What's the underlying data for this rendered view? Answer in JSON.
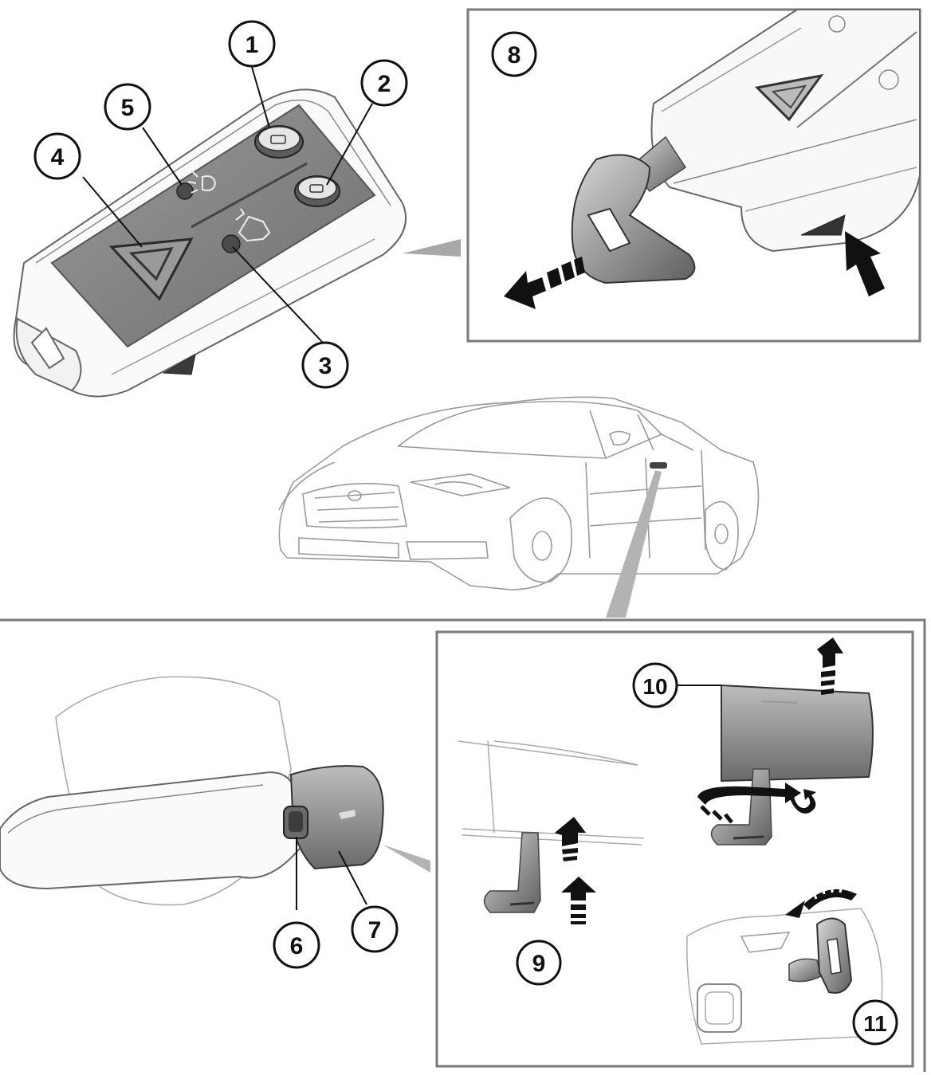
{
  "callouts": {
    "c1": "1",
    "c2": "2",
    "c3": "3",
    "c4": "4",
    "c5": "5",
    "c6": "6",
    "c7": "7",
    "c8": "8",
    "c9": "9",
    "c10": "10",
    "c11": "11"
  },
  "colors": {
    "line": "#9a9a9a",
    "outline": "#555555",
    "keypad": "#8c8c8c",
    "panel_border": "#7a7a7a",
    "arrow": "#111111"
  },
  "icons": {
    "fob": "key-fob-icon",
    "car": "car-icon",
    "handle": "door-handle-icon",
    "blade": "emergency-key-blade-icon",
    "hazard": "hazard-triangle-icon"
  }
}
